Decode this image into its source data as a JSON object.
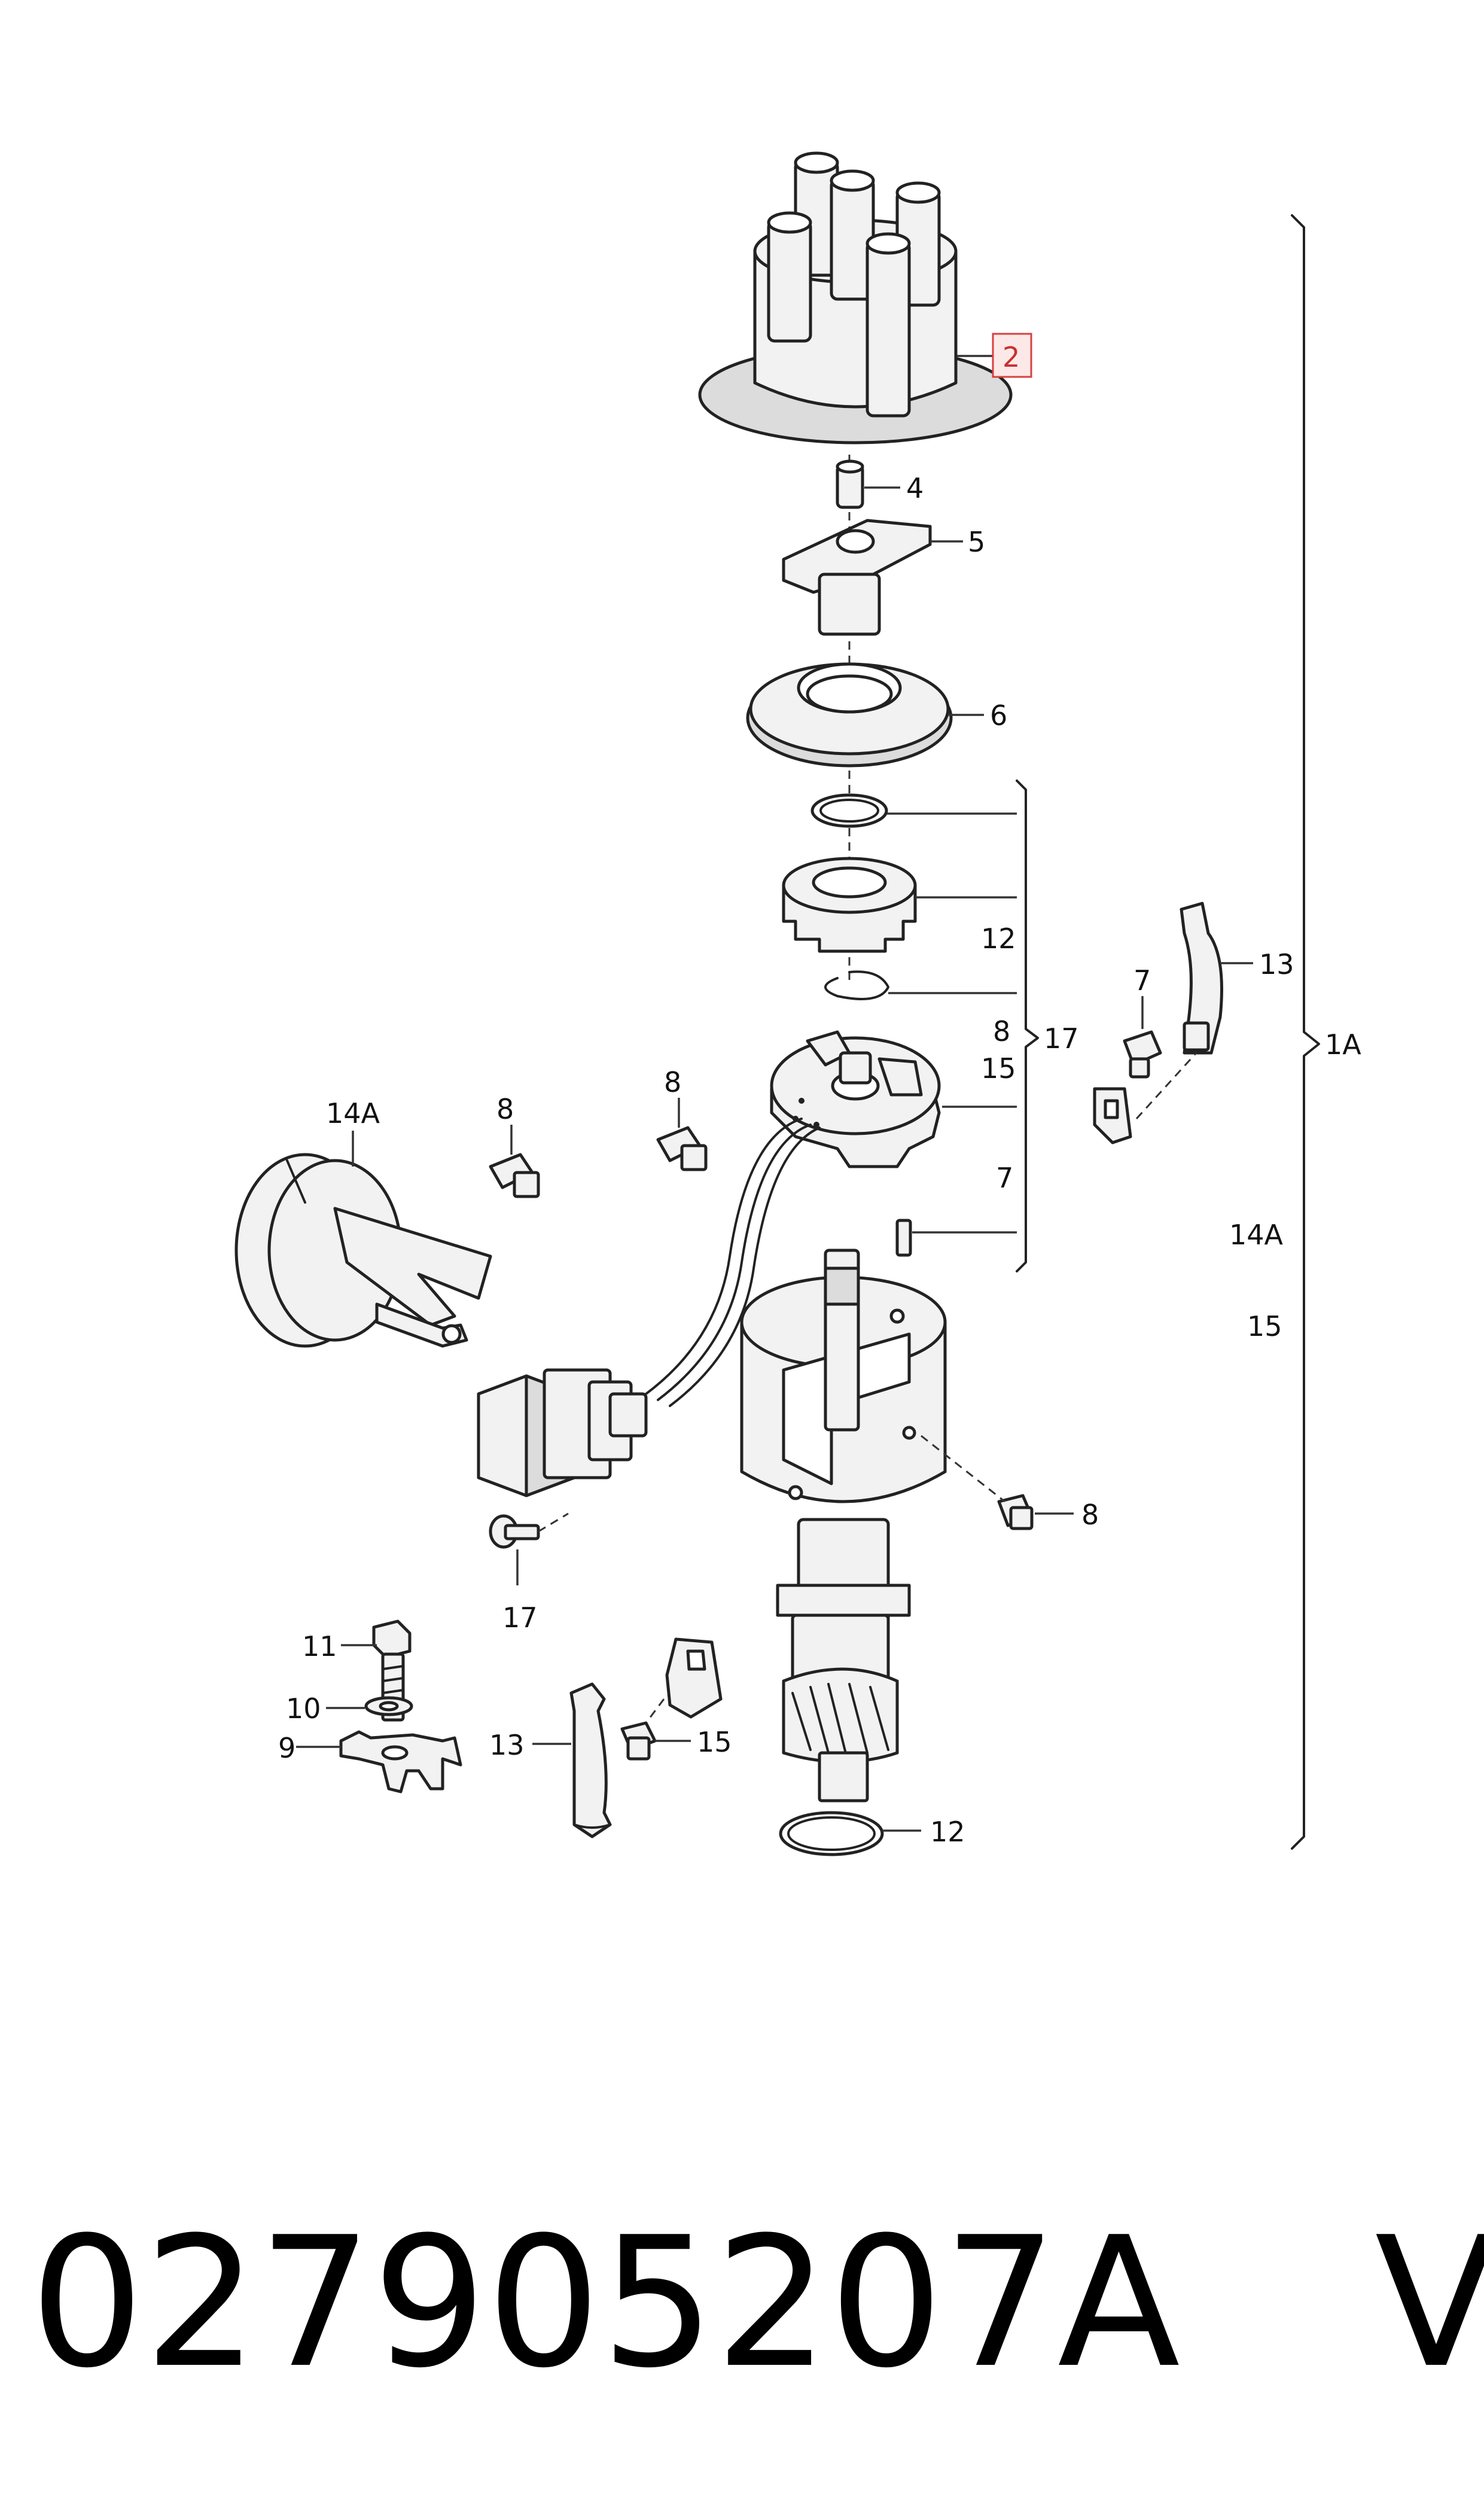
{
  "callouts": {
    "c2": "2",
    "c4": "4",
    "c5": "5",
    "c6": "6",
    "c12a": "12",
    "c8a": "8",
    "c15a": "15",
    "c17a": "17",
    "c7a": "7",
    "c7b": "7",
    "c13a": "13",
    "c1A": "1A",
    "c14Aright": "14A",
    "c15right": "15",
    "c14Aleft": "14A",
    "c8b": "8",
    "c8c": "8",
    "c8d": "8",
    "c17b": "17",
    "c11": "11",
    "c10": "10",
    "c9": "9",
    "c13b": "13",
    "c15b": "15",
    "c12b": "12"
  },
  "footer": {
    "part_number": "027905207A",
    "brand": "VAG"
  },
  "colors": {
    "highlight_border": "#d94040",
    "highlight_fill": "#fde8e8",
    "line": "#222222"
  }
}
